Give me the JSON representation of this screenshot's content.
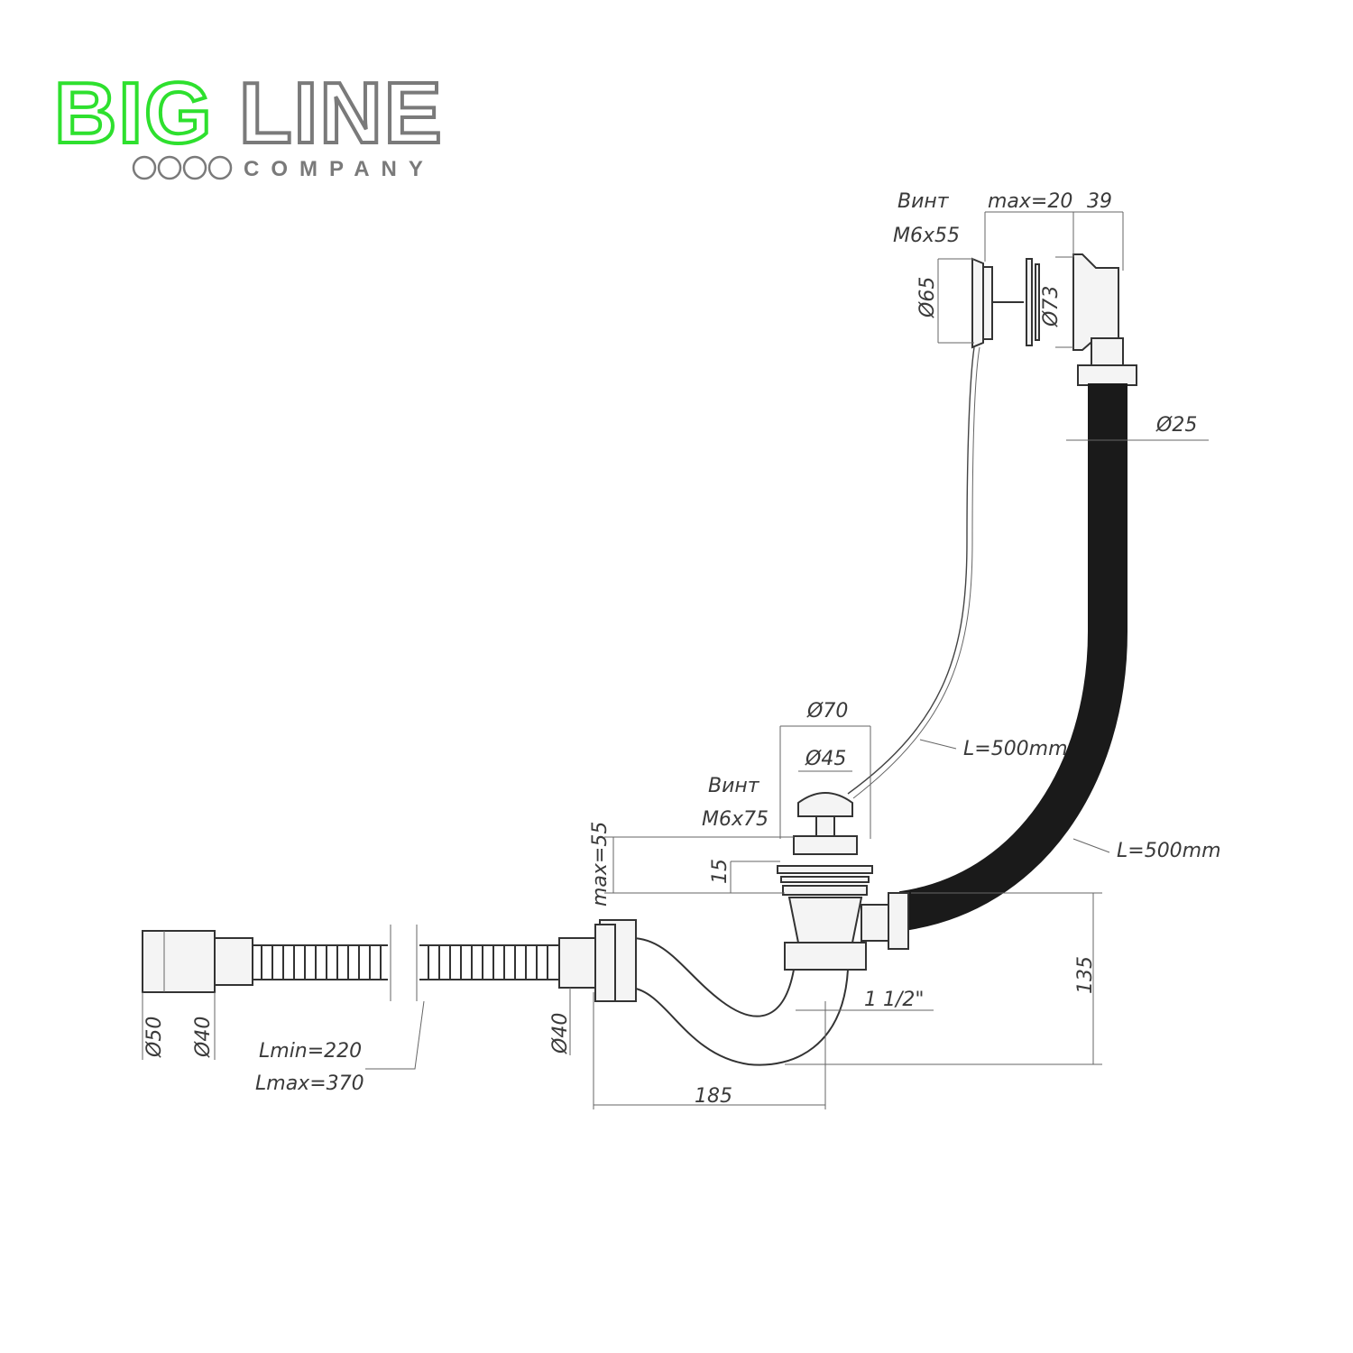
{
  "logo": {
    "brand_green": "BIG",
    "brand_gray": "LINE",
    "tagline": "COMPANY",
    "colors": {
      "green": "#2ee02e",
      "gray": "#7a7a7a"
    }
  },
  "labels": {
    "screw_top": "Винт",
    "screw_top_size": "M6x55",
    "max20": "max=20",
    "d39": "39",
    "d65": "Ø65",
    "d73": "Ø73",
    "d25": "Ø25",
    "d70": "Ø70",
    "d45": "Ø45",
    "screw_bottom": "Винт",
    "screw_bottom_size": "M6x75",
    "cable_len": "L=500mm",
    "hose_len": "L=500mm",
    "max55": "max=55",
    "d15": "15",
    "d135": "135",
    "thread": "1 1/2\"",
    "d50": "Ø50",
    "d40_left": "Ø40",
    "d40_right": "Ø40",
    "lmin": "Lmin=220",
    "lmax": "Lmax=370",
    "d185": "185"
  }
}
